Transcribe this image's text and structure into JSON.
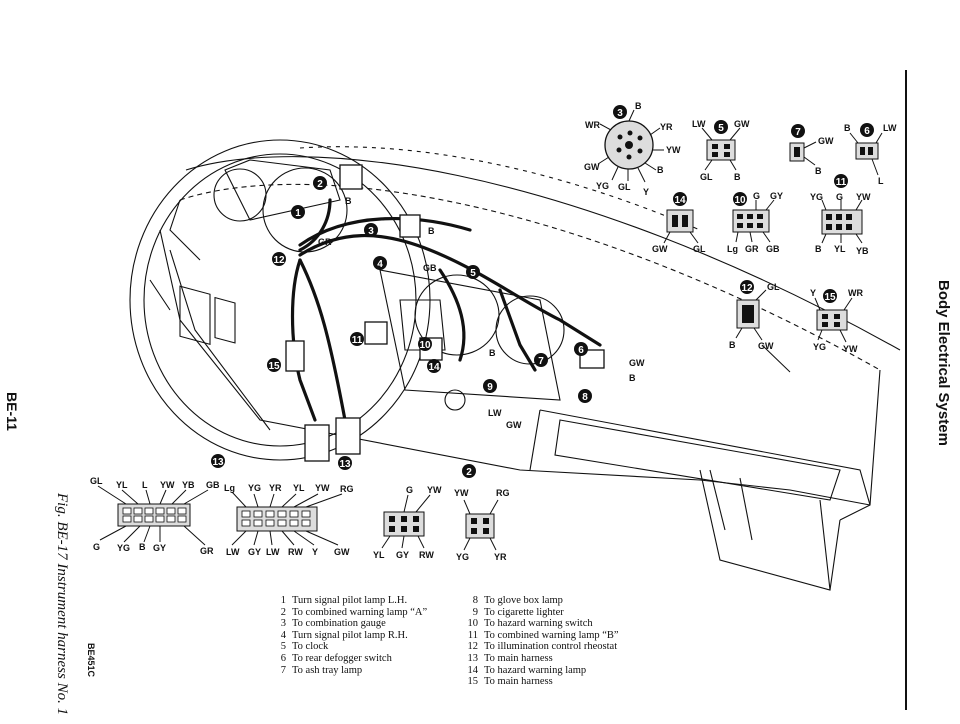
{
  "header": {
    "side_title": "Body Electrical System",
    "page_number": "BE-11",
    "figure_caption": "Fig. BE-17 Instrument harness No. 1",
    "figure_code": "BE451C"
  },
  "legend": {
    "left": [
      {
        "num": "1",
        "text": "Turn signal pilot lamp L.H."
      },
      {
        "num": "2",
        "text": "To combined warning lamp “A”"
      },
      {
        "num": "3",
        "text": "To combination gauge"
      },
      {
        "num": "4",
        "text": "Turn signal pilot lamp R.H."
      },
      {
        "num": "5",
        "text": "To clock"
      },
      {
        "num": "6",
        "text": "To rear defogger switch"
      },
      {
        "num": "7",
        "text": "To ash tray lamp"
      }
    ],
    "right": [
      {
        "num": "8",
        "text": "To glove box lamp"
      },
      {
        "num": "9",
        "text": "To cigarette lighter"
      },
      {
        "num": "10",
        "text": "To hazard warning switch"
      },
      {
        "num": "11",
        "text": "To combined warning lamp “B”"
      },
      {
        "num": "12",
        "text": "To illumination control rheostat"
      },
      {
        "num": "13",
        "text": "To main harness"
      },
      {
        "num": "14",
        "text": "To hazard warning lamp"
      },
      {
        "num": "15",
        "text": "To main harness"
      }
    ]
  },
  "callouts": {
    "c1": "1",
    "c2": "2",
    "c3": "3",
    "c4": "4",
    "c5": "5",
    "c6": "6",
    "c7": "7",
    "c8": "8",
    "c9": "9",
    "c10": "10",
    "c11": "11",
    "c12": "12",
    "c13": "13",
    "c14": "14",
    "c15": "15"
  },
  "wire_labels": {
    "conn3": {
      "B": "B",
      "WR": "WR",
      "YR": "YR",
      "YW": "YW",
      "GW": "GW",
      "B2": "B",
      "YG": "YG",
      "GL": "GL",
      "Y": "Y"
    },
    "conn5": {
      "LW": "LW",
      "GW": "GW",
      "GL": "GL",
      "B": "B"
    },
    "conn7": {
      "GW": "GW",
      "B": "B"
    },
    "conn6": {
      "B": "B",
      "LW": "LW",
      "L": "L"
    },
    "conn14": {
      "GW": "GW",
      "GL": "GL"
    },
    "conn10": {
      "G": "G",
      "GY": "GY",
      "Lg": "Lg",
      "GR": "GR",
      "GB": "GB"
    },
    "conn11": {
      "YG": "YG",
      "G": "G",
      "YW": "YW",
      "B": "B",
      "YL": "YL",
      "YB": "YB"
    },
    "conn12": {
      "GL": "GL",
      "B": "B",
      "GW": "GW"
    },
    "conn15": {
      "Y": "Y",
      "WR": "WR",
      "YG": "YG",
      "YW": "YW"
    },
    "conn13a": {
      "GL": "GL",
      "YL": "YL",
      "L": "L",
      "YW": "YW",
      "YB": "YB",
      "GB": "GB",
      "G": "G",
      "YG": "YG",
      "B": "B",
      "GY": "GY",
      "GR": "GR"
    },
    "conn13b": {
      "Lg": "Lg",
      "YG": "YG",
      "YR": "YR",
      "YL": "YL",
      "YW": "YW",
      "RG": "RG",
      "LW": "LW",
      "GY": "GY",
      "LW2": "LW",
      "RW": "RW",
      "Y": "Y",
      "GW": "GW"
    },
    "connA": {
      "G": "G",
      "YW": "YW",
      "YL": "YL",
      "GY": "GY",
      "RW": "RW"
    },
    "conn2": {
      "YW": "YW",
      "RG": "RG",
      "YG": "YG",
      "YR": "YR"
    },
    "dash": {
      "B1": "B",
      "GR": "GR",
      "B2": "B",
      "GB": "GB",
      "B3": "B",
      "LW": "LW",
      "GW": "GW",
      "GW2": "GW",
      "B4": "B"
    }
  }
}
